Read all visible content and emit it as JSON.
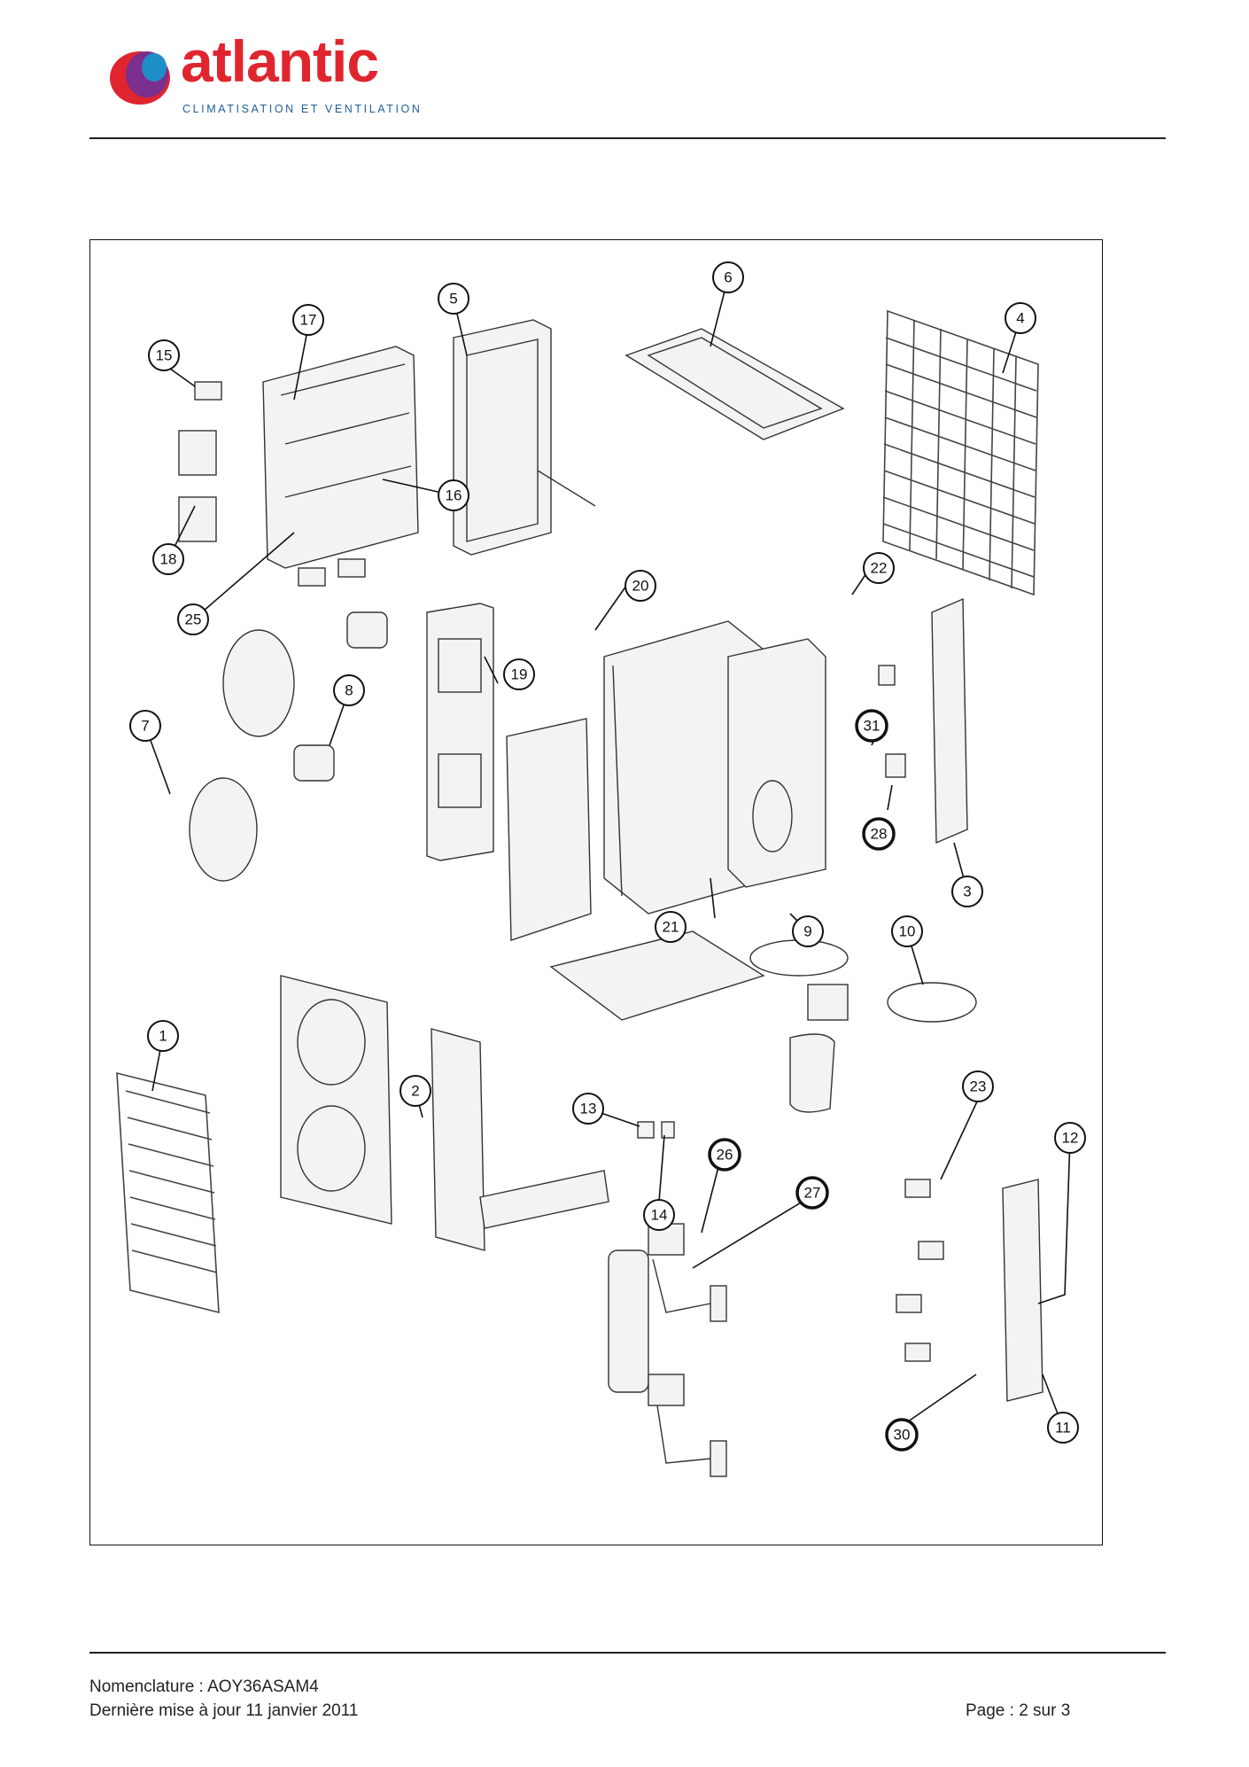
{
  "header": {
    "brand": "atlantic",
    "tagline": "CLIMATISATION ET VENTILATION",
    "brand_color": "#e0252e",
    "tagline_color": "#1f5f9a"
  },
  "figure": {
    "callouts": [
      "1",
      "2",
      "3",
      "4",
      "5",
      "6",
      "7",
      "8",
      "9",
      "10",
      "11",
      "12",
      "13",
      "14",
      "15",
      "16",
      "17",
      "18",
      "19",
      "20",
      "21",
      "22",
      "23",
      "25",
      "26",
      "27",
      "28",
      "30",
      "31"
    ]
  },
  "footer": {
    "nomenclature": "Nomenclature : AOY36ASAM4",
    "last_update": "Dernière mise à jour 11 janvier 2011",
    "page": "Page : 2 sur 3"
  }
}
